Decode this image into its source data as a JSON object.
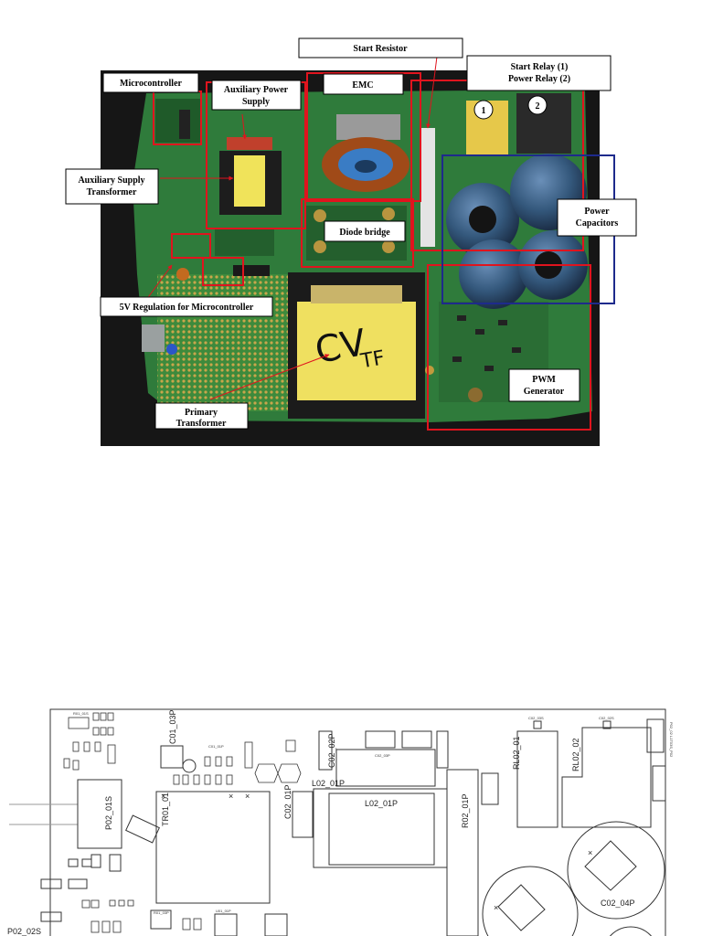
{
  "photo": {
    "callouts": {
      "start_resistor": "Start Resistor",
      "start_relay": [
        "Start Relay (1)",
        "Power Relay (2)"
      ],
      "microcontroller": "Microcontroller",
      "aux_power": [
        "Auxiliary Power",
        "Supply"
      ],
      "emc": "EMC",
      "aux_transformer": [
        "Auxiliary Supply",
        "Transformer"
      ],
      "power_caps": [
        "Power",
        "Capacitors"
      ],
      "diode_bridge": "Diode bridge",
      "reg_5v": "5V Regulation for Microcontroller",
      "pwm": [
        "PWM",
        "Generator"
      ],
      "primary_tf": [
        "Primary",
        "Transformer"
      ]
    },
    "relay_markers": [
      "1",
      "2"
    ],
    "handwriting": [
      "CV",
      "TF"
    ],
    "colors": {
      "box_red": "#e0141e",
      "box_blue": "#1e2a8c",
      "board": "#2e7a3a",
      "background": "#181818"
    }
  },
  "layout": {
    "labels": {
      "p0201s": "P02_01S",
      "l0201p_top": "L02_01P",
      "l0201p_main": "L02_01P",
      "r0201p": "R02_01P",
      "rl0201": "RL02_01",
      "rl0202": "RL02_02",
      "c0204p": "C02_04P",
      "p0202s": "P02_02S",
      "c0103p": "C01_03P",
      "tr0101": "TR01_01",
      "c0201p": "C02_01P",
      "c0202p": "C02_02P"
    }
  }
}
